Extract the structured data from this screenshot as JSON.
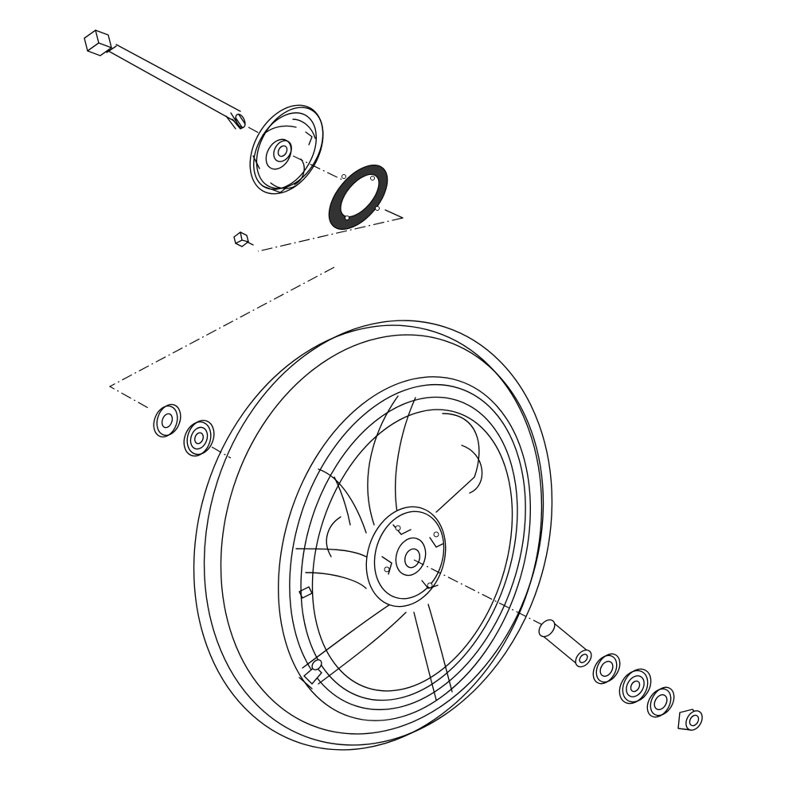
{
  "diagram": {
    "background": "#ffffff",
    "line_color": "#000000",
    "style": "exploded-view line drawing",
    "parts": [
      "axle-bolt",
      "brake-disc-hub-cover",
      "brake-disc-ring",
      "small-screw",
      "wheel-tire",
      "left-spacer",
      "left-bearing",
      "axle-spacer-tube",
      "right-seal",
      "right-bearing",
      "right-bearing-2",
      "right-collar",
      "valve-stem"
    ]
  }
}
